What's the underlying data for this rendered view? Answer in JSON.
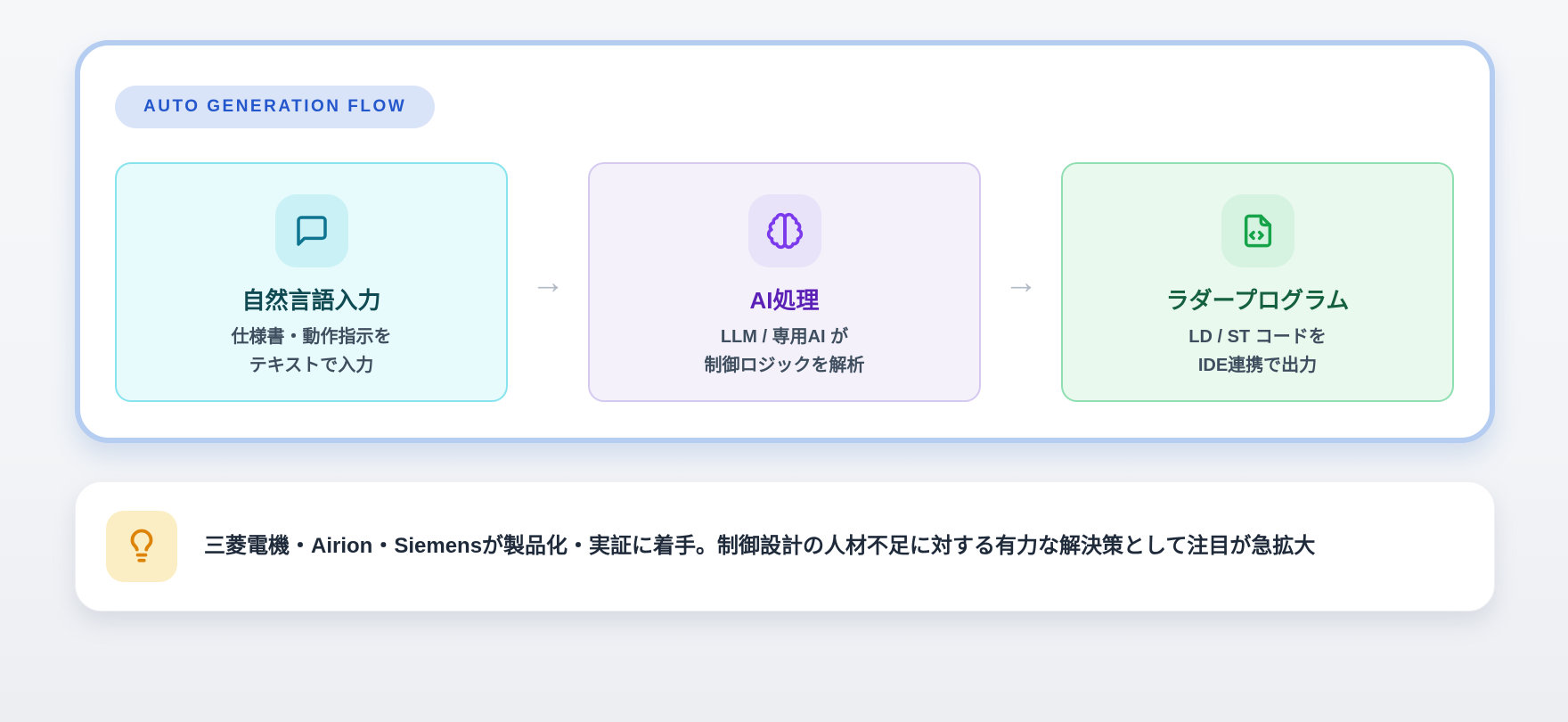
{
  "flow_panel": {
    "badge_label": "AUTO GENERATION FLOW",
    "badge_text_color": "#2456cc",
    "badge_bg_color": "#d9e4f8",
    "panel_border_color": "#b4cdf1",
    "arrow_glyph": "→",
    "arrow_color": "#b2bac6",
    "steps": [
      {
        "title": "自然言語入力",
        "lines": [
          "仕様書・動作指示を",
          "テキストで入力"
        ],
        "icon": "chat-bubble-icon",
        "card_bg": "#e8fbfc",
        "card_border": "#87e3ee",
        "icon_bg": "#c9f1f6",
        "icon_color": "#0e7490",
        "title_color": "#0f4a52"
      },
      {
        "title": "AI処理",
        "lines": [
          "LLM / 専用AI が",
          "制御ロジックを解析"
        ],
        "icon": "brain-icon",
        "card_bg": "#f4f1fb",
        "card_border": "#d6c9f0",
        "icon_bg": "#e8e3f8",
        "icon_color": "#7c3aed",
        "title_color": "#5b21b6"
      },
      {
        "title": "ラダープログラム",
        "lines": [
          "LD / ST コードを",
          "IDE連携で出力"
        ],
        "icon": "file-code-icon",
        "card_bg": "#e9f9ee",
        "card_border": "#90dfb2",
        "icon_bg": "#d5f3e0",
        "icon_color": "#16a34a",
        "title_color": "#15603e"
      }
    ]
  },
  "note": {
    "text": "三菱電機・Airion・Siemensが製品化・実証に着手。制御設計の人材不足に対する有力な解決策として注目が急拡大",
    "icon": "lightbulb-icon",
    "icon_bg": "#fbeec5",
    "icon_color": "#dd8308",
    "text_color": "#1e2a3a"
  }
}
